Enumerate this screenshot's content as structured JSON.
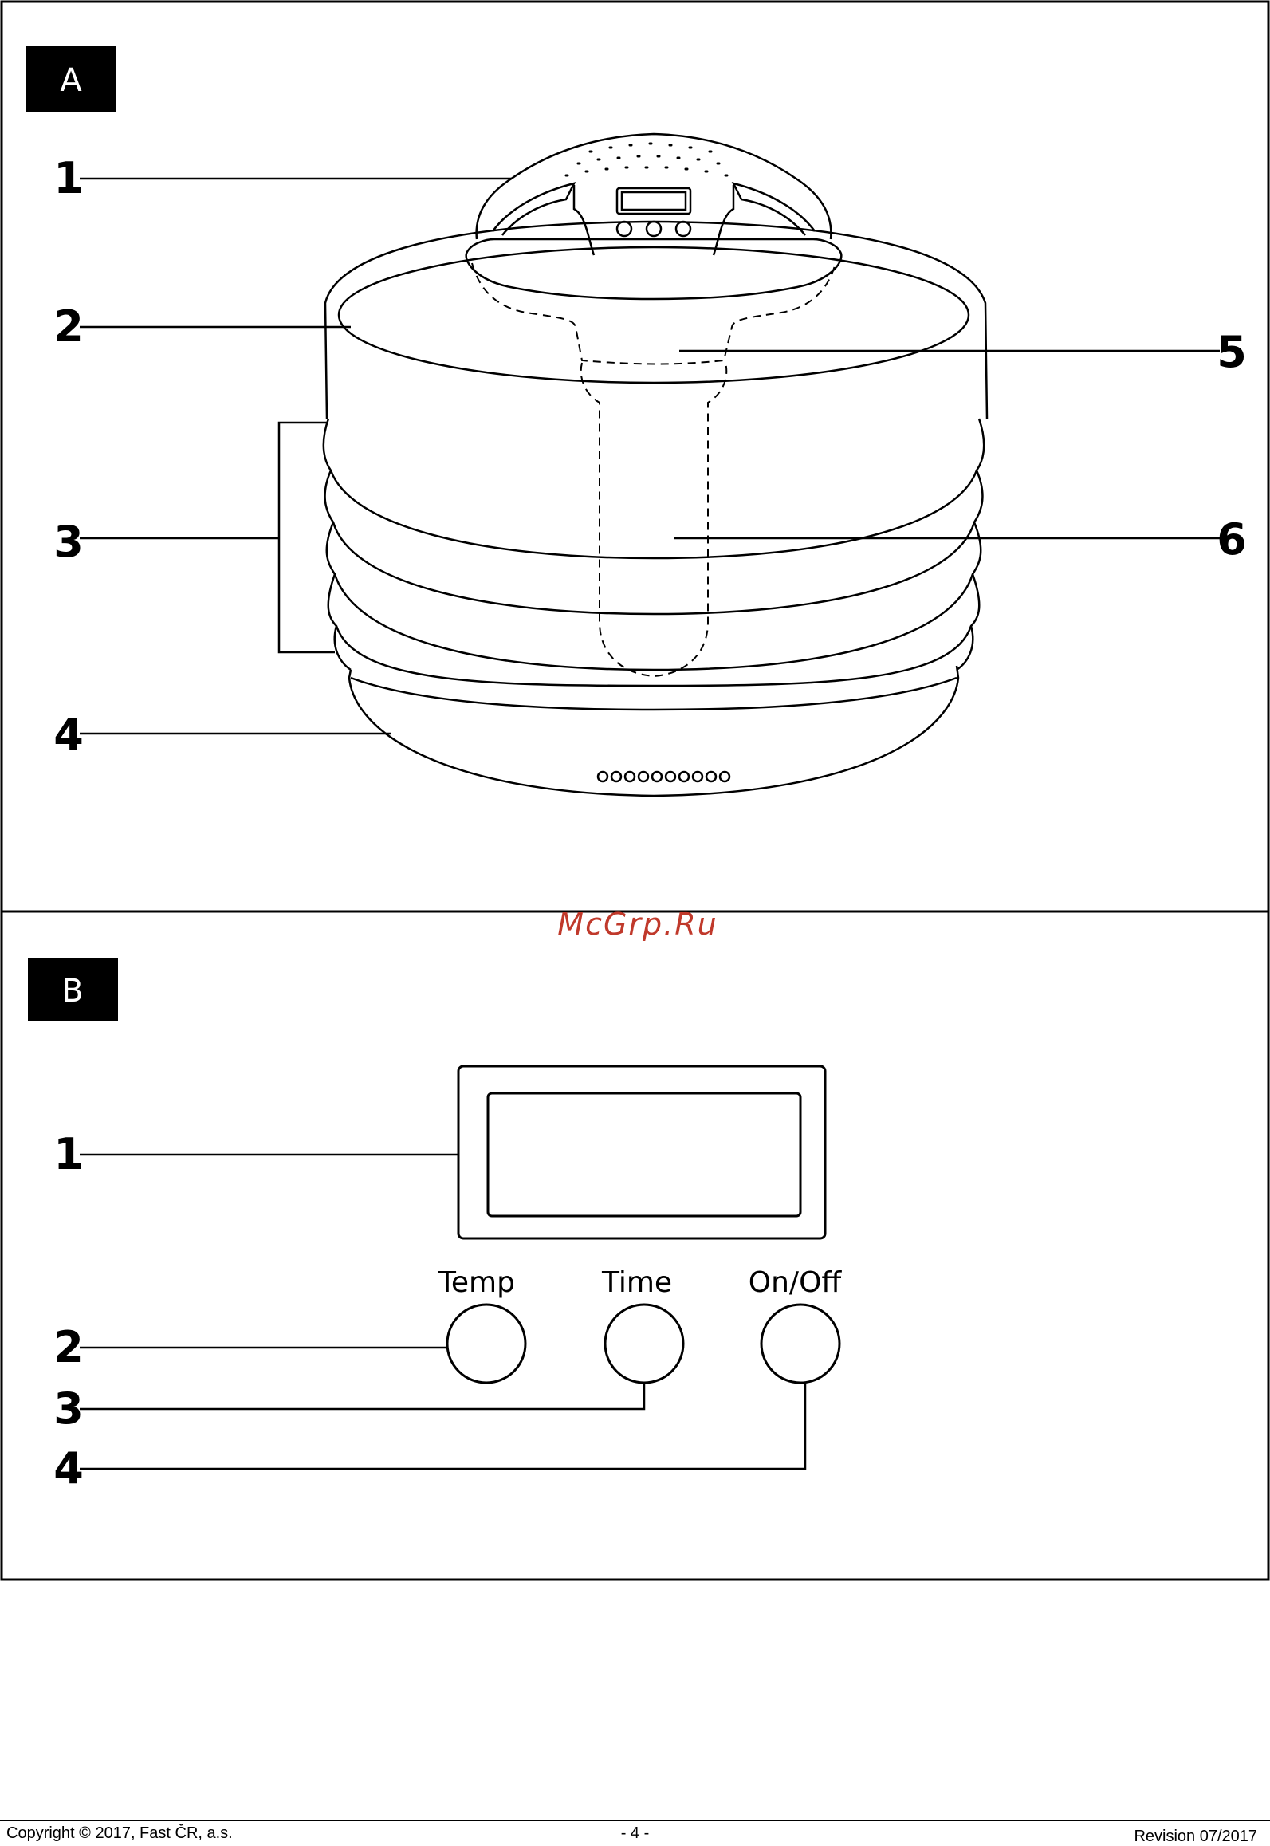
{
  "sectionA": {
    "letter": "A",
    "callouts": [
      "1",
      "2",
      "3",
      "4",
      "5",
      "6"
    ]
  },
  "watermark": "McGrp.Ru",
  "sectionB": {
    "letter": "B",
    "callouts": [
      "1",
      "2",
      "3",
      "4"
    ],
    "buttons": [
      {
        "label": "Temp"
      },
      {
        "label": "Time"
      },
      {
        "label": "On/Off"
      }
    ]
  },
  "footer": {
    "copyright": "Copyright © 2017, Fast ČR, a.s.",
    "page": "- 4 -",
    "revision": "Revision 07/2017"
  }
}
